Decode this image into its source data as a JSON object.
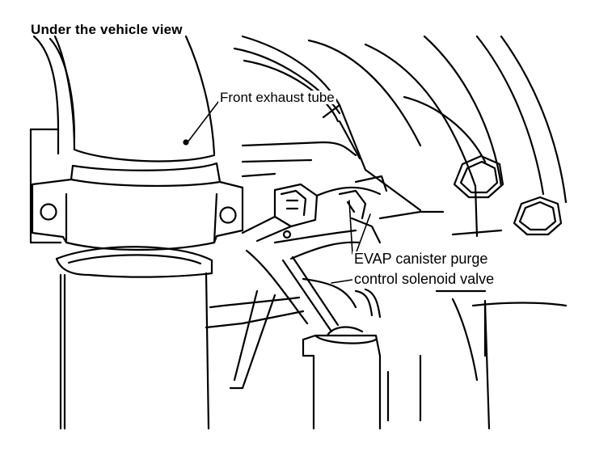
{
  "diagram": {
    "view_title": "Under the vehicle view",
    "callouts": {
      "front_exhaust_tube": "Front exhaust tube",
      "evap_line1": "EVAP canister purge",
      "evap_line2": "control solenoid valve"
    },
    "colors": {
      "ink": "#000000",
      "paper": "#ffffff"
    }
  }
}
